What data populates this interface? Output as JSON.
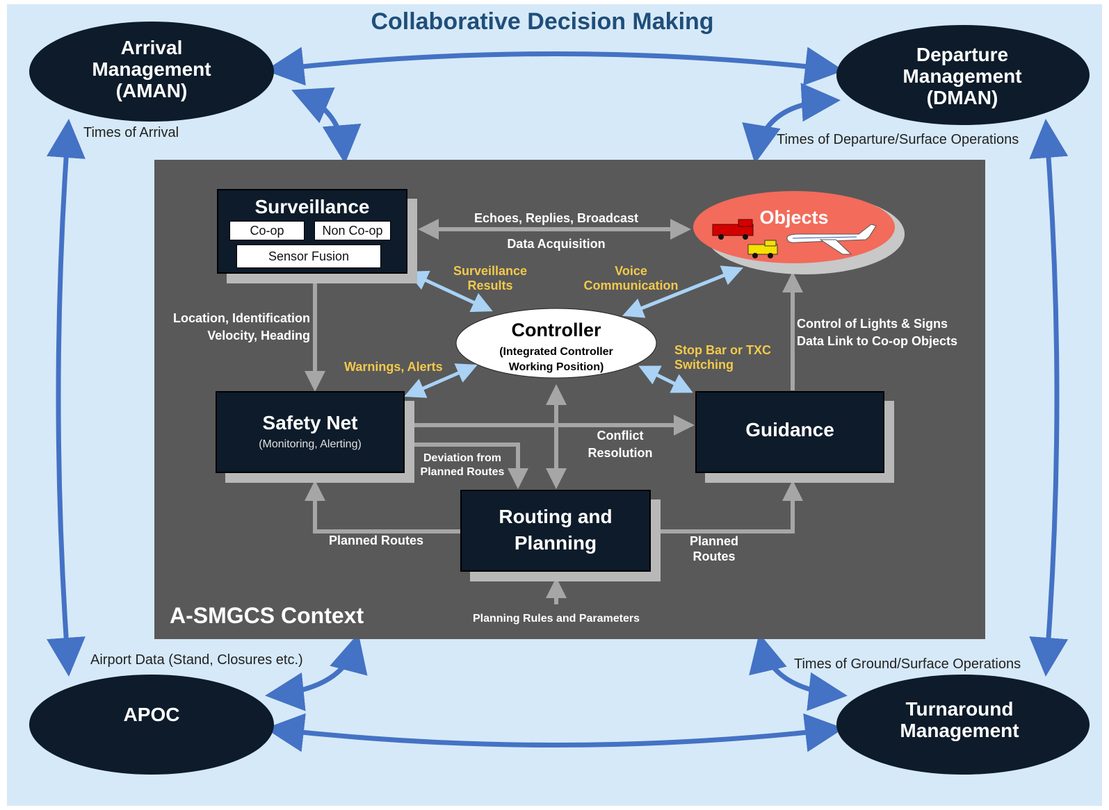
{
  "title": "Collaborative Decision Making",
  "outer": {
    "aman": "Arrival\nManagement\n(AMAN)",
    "dman": "Departure\nManagement\n(DMAN)",
    "apoc": "APOC",
    "turnaround": "Turnaround\nManagement",
    "labels": {
      "times_of_arrival": "Times of Arrival",
      "times_of_departure": "Times of Departure/Surface Operations",
      "airport_data": "Airport Data (Stand, Closures etc.)",
      "times_of_ground": "Times of Ground/Surface Operations"
    }
  },
  "context": {
    "label": "A-SMGCS Context",
    "surveillance": {
      "title": "Surveillance",
      "coop": "Co-op",
      "noncoop": "Non Co-op",
      "fusion": "Sensor Fusion"
    },
    "objects": {
      "title": "Objects"
    },
    "controller": {
      "title": "Controller",
      "subtitle": "(Integrated Controller\nWorking Position)"
    },
    "safety_net": {
      "title": "Safety Net",
      "subtitle": "(Monitoring, Alerting)"
    },
    "guidance": {
      "title": "Guidance"
    },
    "routing": {
      "title": "Routing and\nPlanning"
    },
    "labels": {
      "echoes": "Echoes, Replies, Broadcast",
      "data_acquisition": "Data Acquisition",
      "surveillance_results": "Surveillance\nResults",
      "voice_communication": "Voice\nCommunication",
      "location": "Location, Identification\nVelocity, Heading",
      "warnings": "Warnings, Alerts",
      "stop_bar": "Stop Bar or TXC\nSwitching",
      "control_lights": "Control of Lights & Signs\nData Link to Co-op Objects",
      "conflict_resolution": "Conflict\nResolution",
      "deviation": "Deviation from\nPlanned Routes",
      "planned_routes_left": "Planned Routes",
      "planned_routes_right": "Planned\nRoutes",
      "planning_rules": "Planning Rules and Parameters"
    }
  },
  "colors": {
    "outer_bg": "#d6e9f8",
    "context_bg": "#595959",
    "box": "#0d1b2a",
    "blue_arrow": "#4472c4",
    "light_arrow": "#a9d2f5",
    "gray_arrow": "#a6a6a6",
    "objects_fill": "#f26b5b",
    "yellow_text": "#f2c94c"
  }
}
